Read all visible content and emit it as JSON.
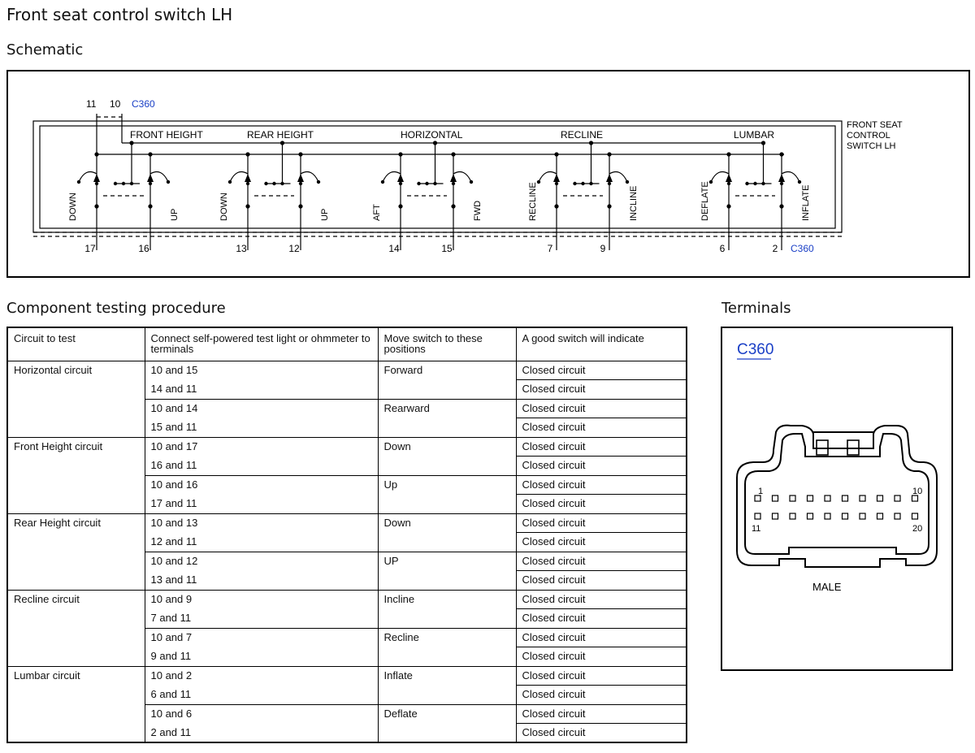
{
  "page": {
    "title": "Front seat control switch LH",
    "schematic_heading": "Schematic",
    "procedure_heading": "Component testing procedure",
    "terminals_heading": "Terminals"
  },
  "schematic": {
    "connector": "C360",
    "side_label": [
      "FRONT SEAT",
      "CONTROL",
      "SWITCH LH"
    ],
    "top_pins": [
      "11",
      "10"
    ],
    "sections": [
      {
        "name": "FRONT HEIGHT",
        "left": "DOWN",
        "right": "UP",
        "pin_left": "17",
        "pin_right": "16"
      },
      {
        "name": "REAR HEIGHT",
        "left": "DOWN",
        "right": "UP",
        "pin_left": "13",
        "pin_right": "12"
      },
      {
        "name": "HORIZONTAL",
        "left": "AFT",
        "right": "FWD",
        "pin_left": "14",
        "pin_right": "15"
      },
      {
        "name": "RECLINE",
        "left": "RECLINE",
        "right": "INCLINE",
        "pin_left": "7",
        "pin_right": "9"
      },
      {
        "name": "LUMBAR",
        "left": "DEFLATE",
        "right": "INFLATE",
        "pin_left": "6",
        "pin_right": "2"
      }
    ]
  },
  "table": {
    "headers": [
      "Circuit to test",
      "Connect self-powered test light or ohmmeter to terminals",
      "Move switch to these positions",
      "A good switch will indicate"
    ],
    "groups": [
      {
        "circuit": "Horizontal circuit",
        "subs": [
          {
            "position": "Forward",
            "rows": [
              {
                "terminals": "10 and 15",
                "indicate": "Closed circuit"
              },
              {
                "terminals": "14 and 11",
                "indicate": "Closed circuit"
              }
            ]
          },
          {
            "position": "Rearward",
            "rows": [
              {
                "terminals": "10 and 14",
                "indicate": "Closed circuit"
              },
              {
                "terminals": "15 and 11",
                "indicate": "Closed circuit"
              }
            ]
          }
        ]
      },
      {
        "circuit": "Front Height circuit",
        "subs": [
          {
            "position": "Down",
            "rows": [
              {
                "terminals": "10 and 17",
                "indicate": "Closed circuit"
              },
              {
                "terminals": "16 and 11",
                "indicate": "Closed circuit"
              }
            ]
          },
          {
            "position": "Up",
            "rows": [
              {
                "terminals": "10 and 16",
                "indicate": "Closed circuit"
              },
              {
                "terminals": "17 and 11",
                "indicate": "Closed circuit"
              }
            ]
          }
        ]
      },
      {
        "circuit": "Rear Height circuit",
        "subs": [
          {
            "position": "Down",
            "rows": [
              {
                "terminals": "10 and 13",
                "indicate": "Closed circuit"
              },
              {
                "terminals": "12 and 11",
                "indicate": "Closed circuit"
              }
            ]
          },
          {
            "position": "UP",
            "rows": [
              {
                "terminals": "10 and 12",
                "indicate": "Closed circuit"
              },
              {
                "terminals": "13 and 11",
                "indicate": "Closed circuit"
              }
            ]
          }
        ]
      },
      {
        "circuit": "Recline circuit",
        "subs": [
          {
            "position": "Incline",
            "rows": [
              {
                "terminals": "10 and 9",
                "indicate": "Closed circuit"
              },
              {
                "terminals": "7 and 11",
                "indicate": "Closed circuit"
              }
            ]
          },
          {
            "position": "Recline",
            "rows": [
              {
                "terminals": "10 and 7",
                "indicate": "Closed circuit"
              },
              {
                "terminals": "9 and 11",
                "indicate": "Closed circuit"
              }
            ]
          }
        ]
      },
      {
        "circuit": "Lumbar circuit",
        "subs": [
          {
            "position": "Inflate",
            "rows": [
              {
                "terminals": "10 and 2",
                "indicate": "Closed circuit"
              },
              {
                "terminals": "6 and 11",
                "indicate": "Closed circuit"
              }
            ]
          },
          {
            "position": "Deflate",
            "rows": [
              {
                "terminals": "10 and 6",
                "indicate": "Closed circuit"
              },
              {
                "terminals": "2 and 11",
                "indicate": "Closed circuit"
              }
            ]
          }
        ]
      }
    ]
  },
  "terminals": {
    "connector": "C360",
    "gender": "MALE",
    "pin_labels": {
      "top_left": "1",
      "top_right": "10",
      "bottom_left": "11",
      "bottom_right": "20"
    }
  },
  "colors": {
    "link_blue": "#1a3fc6",
    "line": "#000000"
  }
}
